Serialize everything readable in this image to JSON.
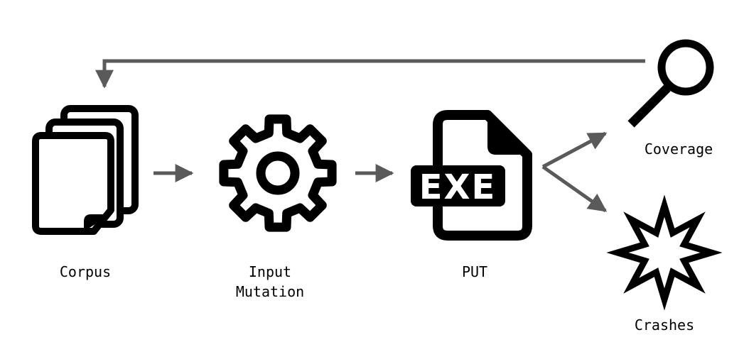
{
  "nodes": {
    "corpus": {
      "label": "Corpus",
      "icon": "documents-stack-icon"
    },
    "mutation": {
      "label_line1": "Input",
      "label_line2": "Mutation",
      "icon": "gear-icon"
    },
    "put": {
      "label": "PUT",
      "icon": "exe-file-icon",
      "badge": "EXE"
    },
    "coverage": {
      "label": "Coverage",
      "icon": "magnifier-icon"
    },
    "crashes": {
      "label": "Crashes",
      "icon": "explosion-icon"
    }
  },
  "colors": {
    "icon": "#000000",
    "arrow": "#5a5a5a",
    "background": "#ffffff"
  }
}
